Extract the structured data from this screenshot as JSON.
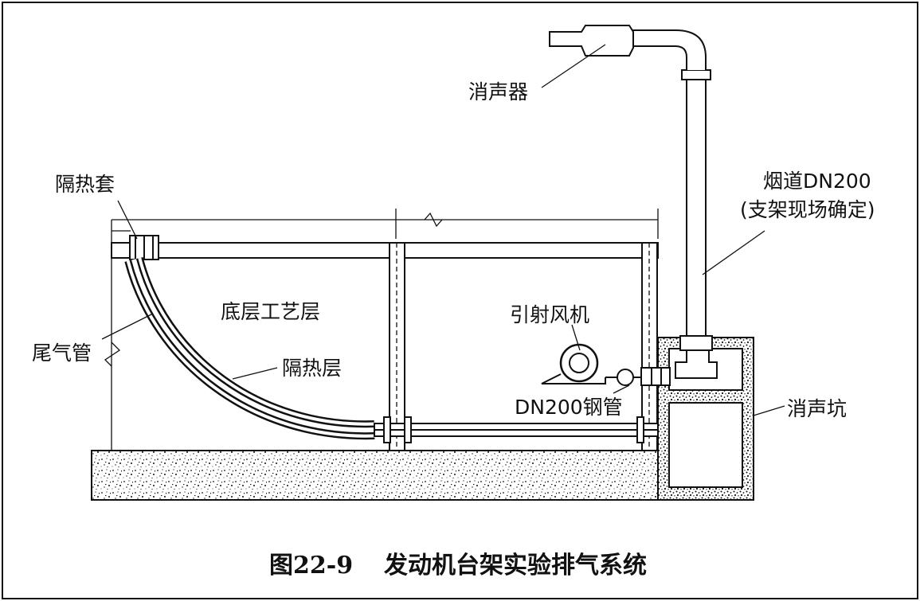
{
  "labels": {
    "muffler": "消声器",
    "insulation_sleeve": "隔热套",
    "flue": "烟道DN200",
    "flue_note": "(支架现场确定)",
    "process_layer": "底层工艺层",
    "tailpipe": "尾气管",
    "insulation_layer": "隔热层",
    "ejector_fan": "引射风机",
    "steel_pipe": "DN200钢管",
    "silencer_pit": "消声坑"
  },
  "caption": {
    "number": "图22-9",
    "title": "发动机台架实验排气系统"
  },
  "colors": {
    "line": "#111111",
    "background": "#ffffff"
  }
}
